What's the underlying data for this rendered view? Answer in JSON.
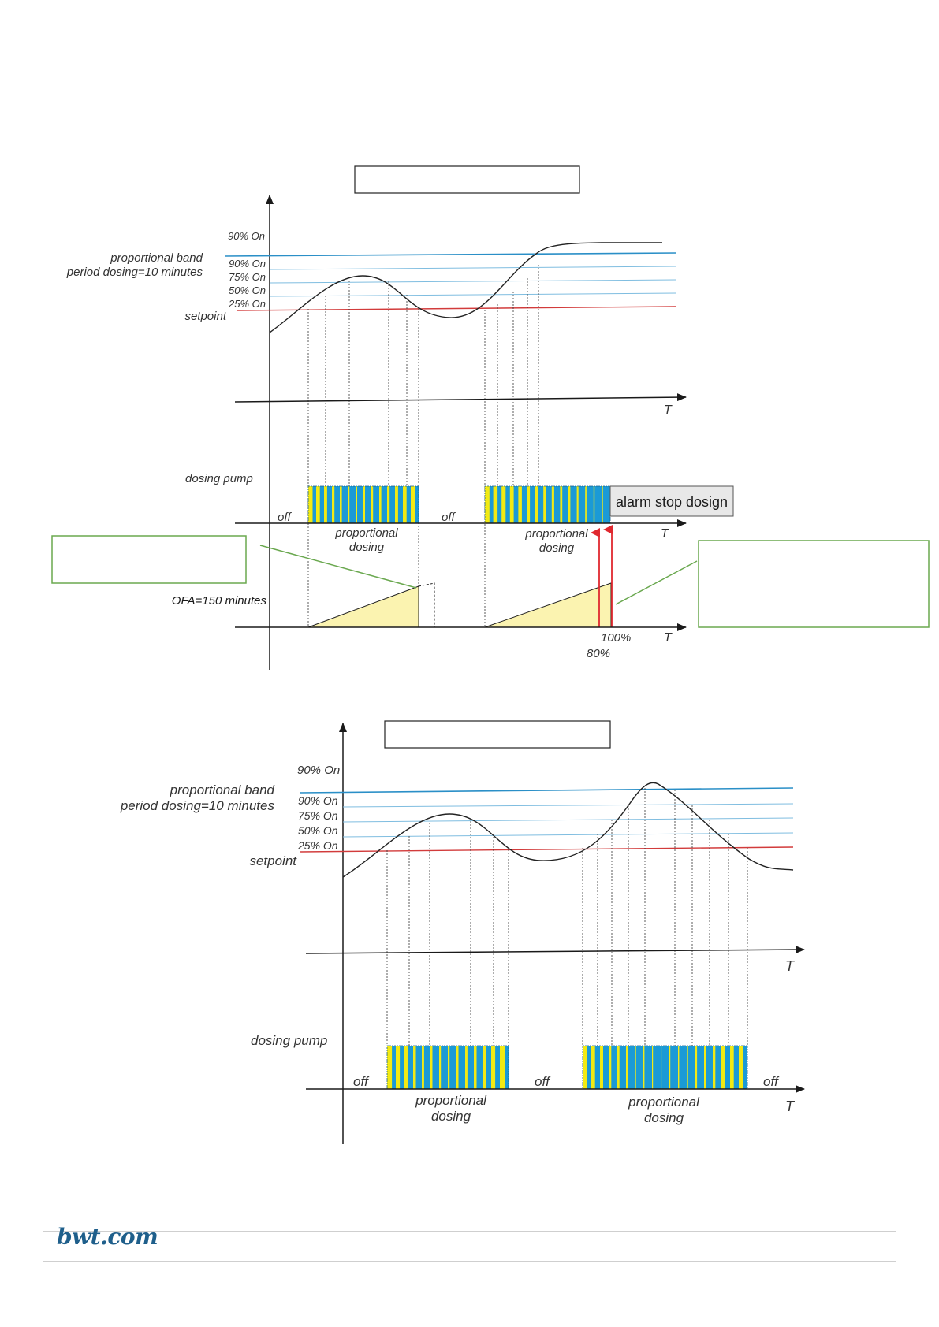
{
  "colors": {
    "axis": "#1a1a1a",
    "band_blue": "#2a8fc7",
    "band_light": "#7fbde0",
    "setpoint_red": "#d23b3b",
    "pulse_yellow": "#f2ea13",
    "pulse_blue": "#1b9ad6",
    "ofa_fill": "#fbf3b0",
    "alarm_red": "#e0282f",
    "callout_green": "#6aa84f",
    "logo_blue": "#1f5f8b"
  },
  "diagram1": {
    "title_box": "",
    "labels": {
      "level_top": "90% On",
      "band_line1": "proportional band",
      "band_line2": "period dosing=10 minutes",
      "level_90": "90% On",
      "level_75": "75% On",
      "level_50": "50% On",
      "level_25": "25% On",
      "setpoint": "setpoint",
      "time_axis": "T",
      "dosing_pump": "dosing pump",
      "off_a": "off",
      "off_b": "off",
      "prop_a_1": "proportional",
      "prop_a_2": "dosing",
      "prop_b_1": "proportional",
      "prop_b_2": "dosing",
      "pump_time_axis": "T",
      "alarm": "alarm stop dosign",
      "ofa": "OFA=150 minutes",
      "pct_100": "100%",
      "pct_80": "80%",
      "ofa_time_axis": "T",
      "callout_left": "",
      "callout_right": ""
    }
  },
  "diagram2": {
    "title_box": "",
    "labels": {
      "level_top": "90% On",
      "band_line1": "proportional band",
      "band_line2": "period dosing=10 minutes",
      "level_90": "90% On",
      "level_75": "75% On",
      "level_50": "50% On",
      "level_25": "25% On",
      "setpoint": "setpoint",
      "time_axis": "T",
      "dosing_pump": "dosing pump",
      "off_a": "off",
      "off_b": "off",
      "off_c": "off",
      "prop_a_1": "proportional",
      "prop_a_2": "dosing",
      "prop_b_1": "proportional",
      "prop_b_2": "dosing",
      "pump_time_axis": "T"
    }
  },
  "footer": {
    "logo": "bwt.com"
  }
}
